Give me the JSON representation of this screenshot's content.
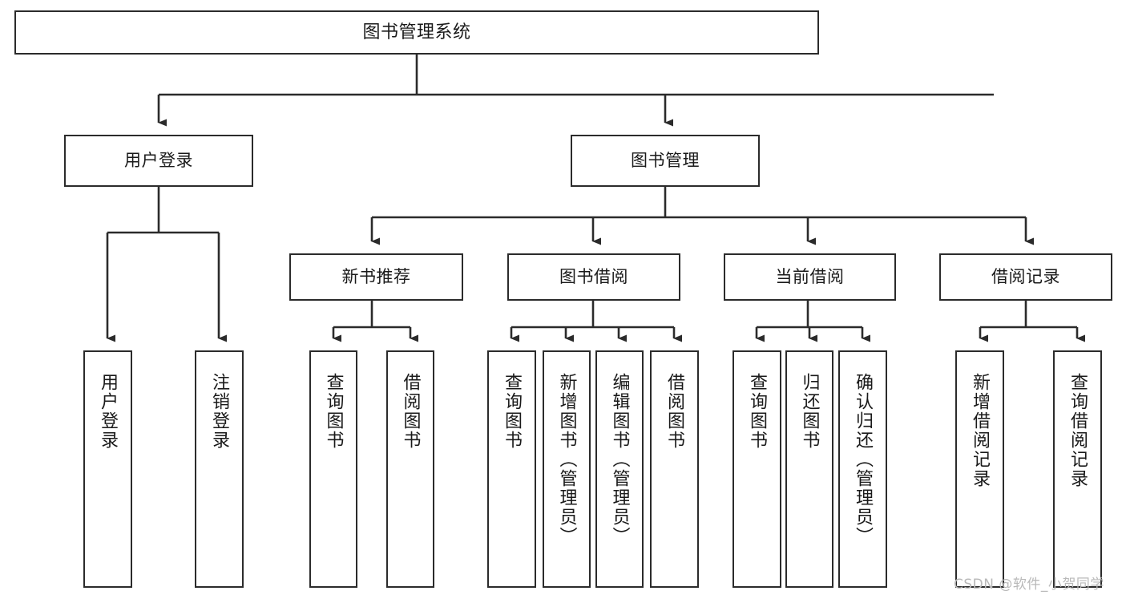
{
  "diagram": {
    "title": "图书管理系统",
    "type": "tree-hierarchy-chart",
    "colors": {
      "node_border": "#2b2b2b",
      "node_fill": "#ffffff",
      "edge": "#2b2b2b",
      "text": "#1a1a1a",
      "watermark": "#b9b9b9",
      "background": "#ffffff"
    },
    "nodes": {
      "root": {
        "label": "图书管理系统"
      },
      "level2": [
        {
          "id": "user-login",
          "label": "用户登录"
        },
        {
          "id": "book-management",
          "label": "图书管理"
        }
      ],
      "level3": [
        {
          "id": "new-book-recommend",
          "label": "新书推荐"
        },
        {
          "id": "book-borrow",
          "label": "图书借阅"
        },
        {
          "id": "current-borrow",
          "label": "当前借阅"
        },
        {
          "id": "borrow-record",
          "label": "借阅记录"
        }
      ],
      "leaves": {
        "user_login": [
          {
            "id": "leaf-user-login",
            "label": "用户登录"
          },
          {
            "id": "leaf-logout-login",
            "label": "注销登录"
          }
        ],
        "new_book_recommend": [
          {
            "id": "leaf-query-book-1",
            "label": "查询图书"
          },
          {
            "id": "leaf-borrow-book-1",
            "label": "借阅图书"
          }
        ],
        "book_borrow": [
          {
            "id": "leaf-query-book-2",
            "label": "查询图书"
          },
          {
            "id": "leaf-add-book",
            "label": "新增图书（管理员）"
          },
          {
            "id": "leaf-edit-book",
            "label": "编辑图书（管理员）"
          },
          {
            "id": "leaf-borrow-book-2",
            "label": "借阅图书"
          }
        ],
        "current_borrow": [
          {
            "id": "leaf-query-book-3",
            "label": "查询图书"
          },
          {
            "id": "leaf-return-book",
            "label": "归还图书"
          },
          {
            "id": "leaf-confirm-return",
            "label": "确认归还（管理员）"
          }
        ],
        "borrow_record": [
          {
            "id": "leaf-add-record",
            "label": "新增借阅记录"
          },
          {
            "id": "leaf-query-record",
            "label": "查询借阅记录"
          }
        ]
      }
    },
    "watermark": "CSDN @软件_小贺同学"
  }
}
